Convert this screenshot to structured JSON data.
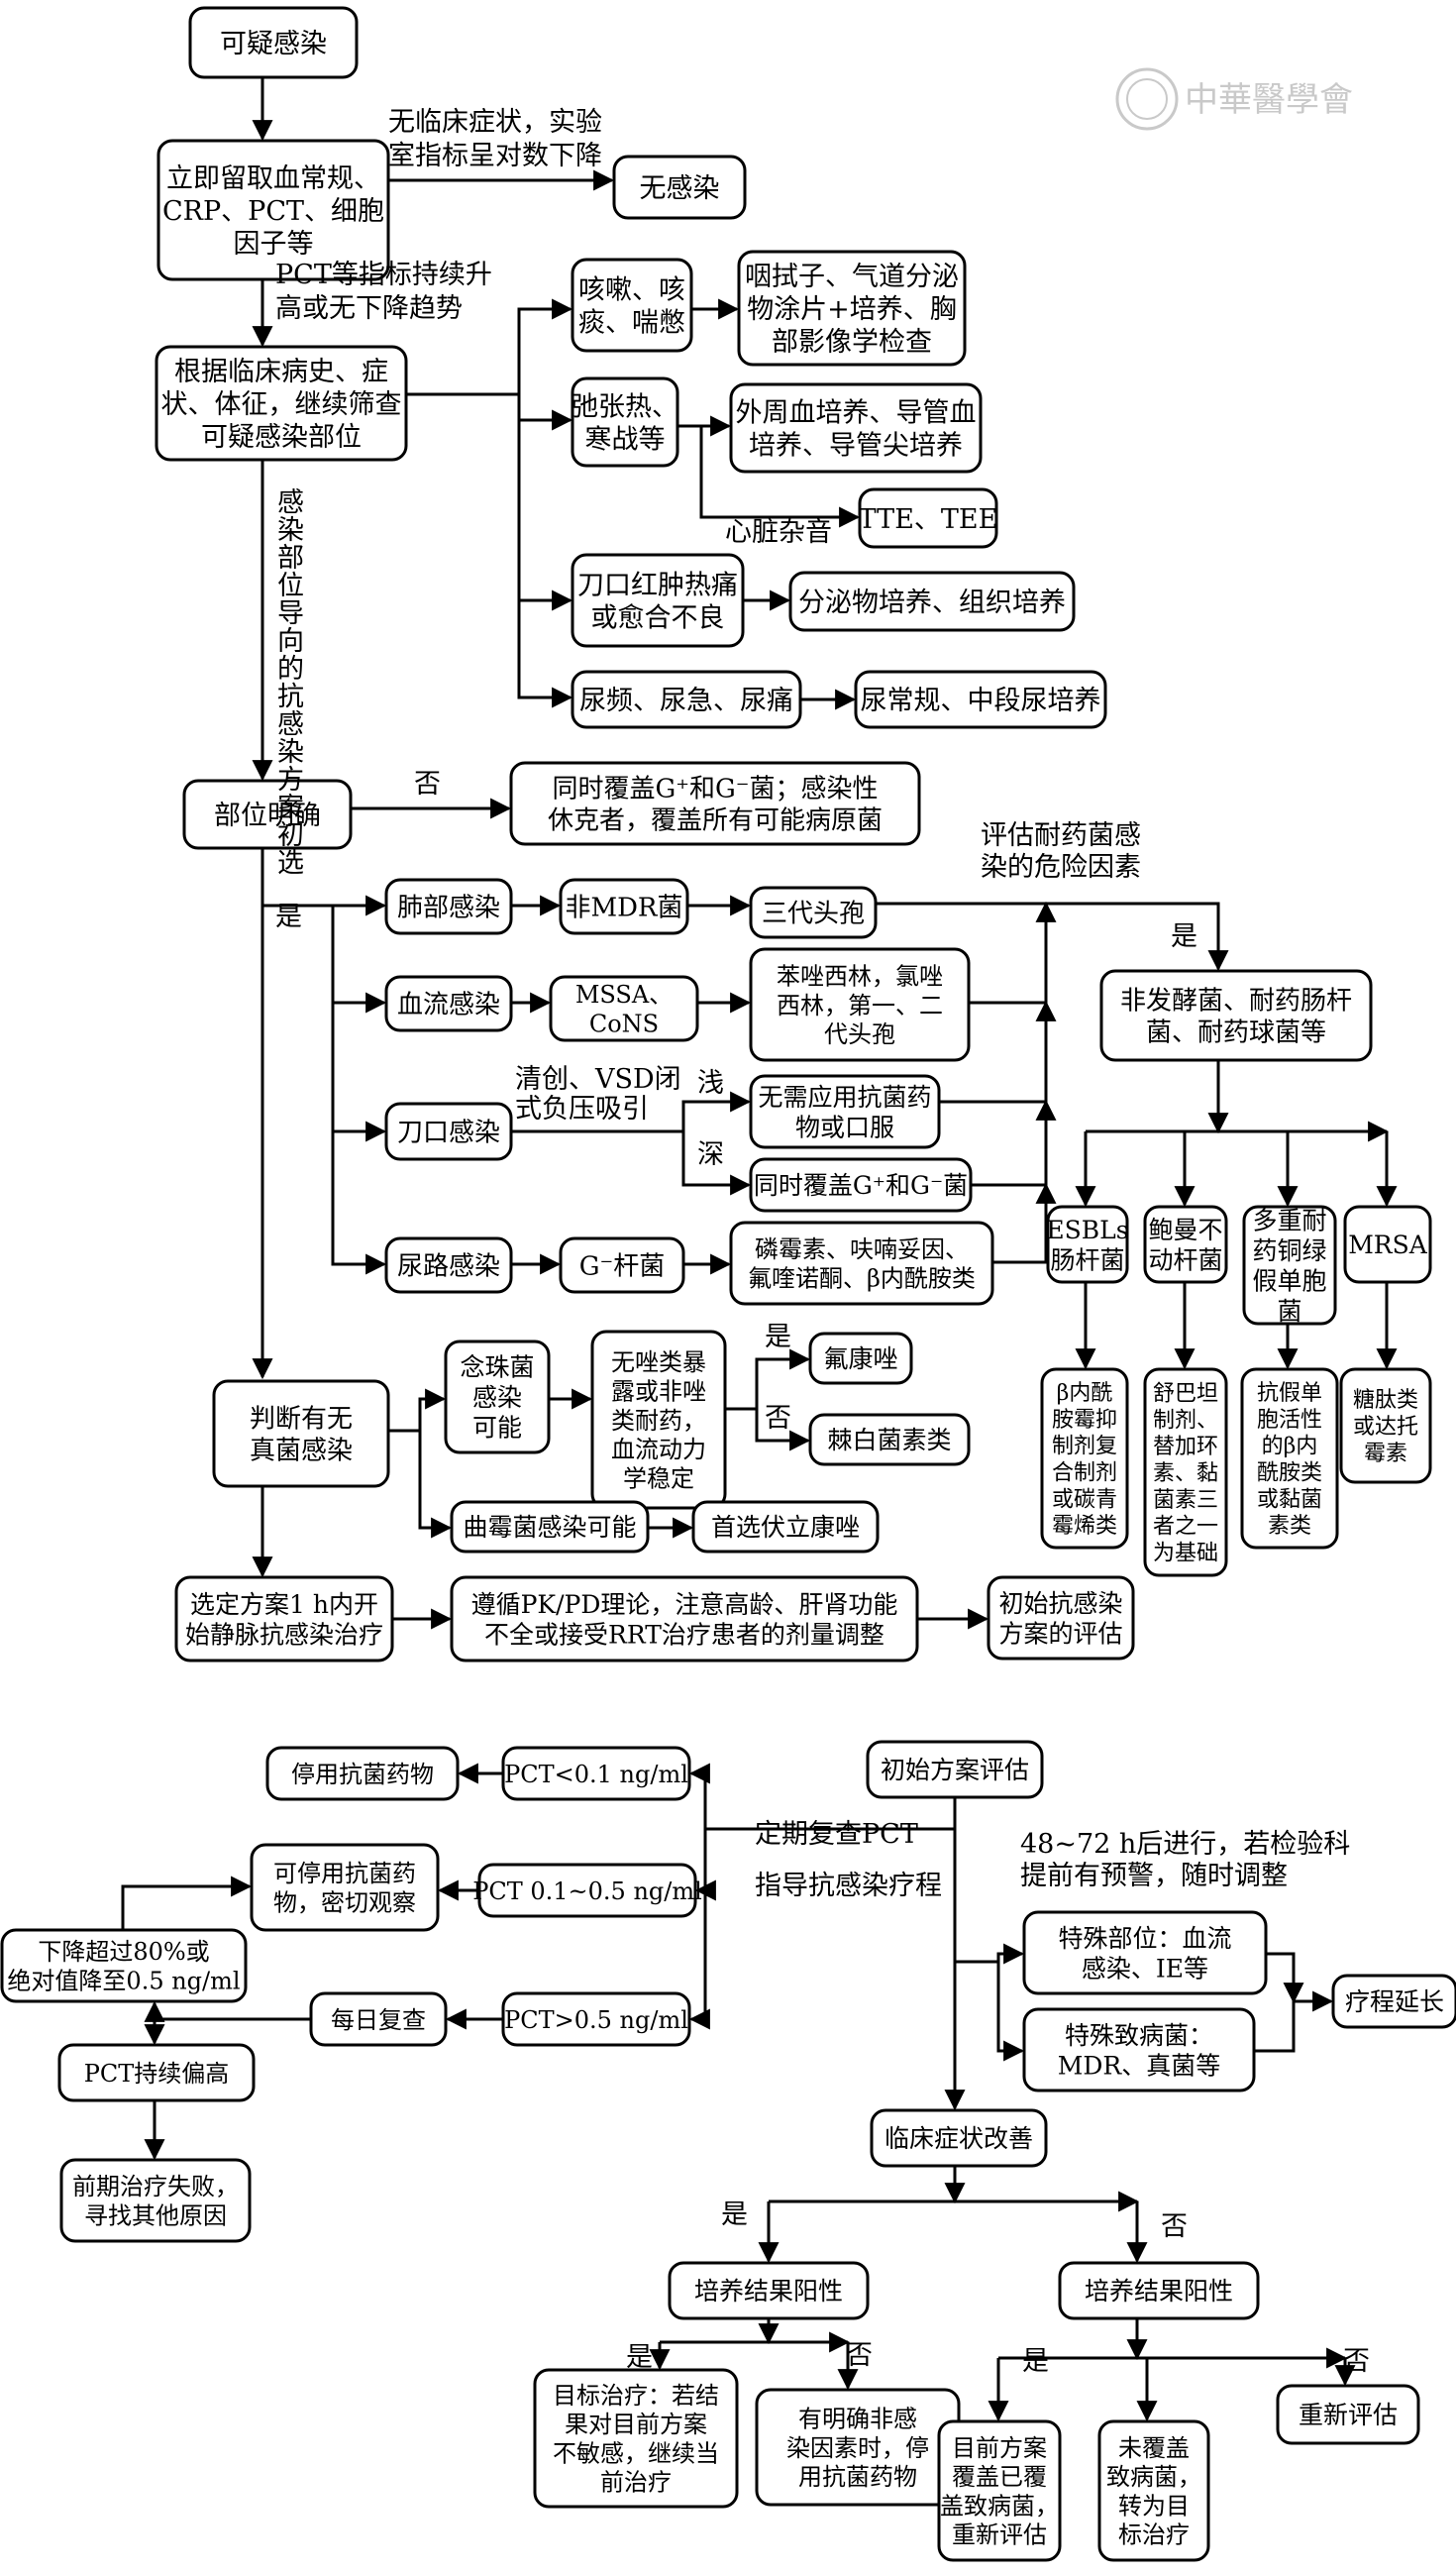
{
  "watermark": "中華醫學會",
  "nodes": {
    "suspected": [
      "可疑感染"
    ],
    "collect": [
      "立即留取血常规、",
      "CRP、PCT、细胞",
      "因子等"
    ],
    "no_infection": [
      "无感染"
    ],
    "screen_site": [
      "根据临床病史、症",
      "状、体征，继续筛查",
      "可疑感染部位"
    ],
    "cough": [
      "咳嗽、咳",
      "痰、喘憋"
    ],
    "sputum_tests": [
      "咽拭子、气道分泌",
      "物涂片+培养、胸",
      "部影像学检查"
    ],
    "fever": [
      "弛张热、",
      "寒战等"
    ],
    "blood_cultures": [
      "外周血培养、导管血",
      "培养、导管尖培养"
    ],
    "tte": [
      "TTE、TEE"
    ],
    "wound_red": [
      "刀口红肿热痛",
      "或愈合不良"
    ],
    "secretion_culture": [
      "分泌物培养、组织培养"
    ],
    "urinary_sym": [
      "尿频、尿急、尿痛"
    ],
    "urine_tests": [
      "尿常规、中段尿培养"
    ],
    "site_clear": [
      "部位明确"
    ],
    "cover_all": [
      "同时覆盖G⁺和G⁻菌；感染性",
      "休克者，覆盖所有可能病原菌"
    ],
    "lung_inf": [
      "肺部感染"
    ],
    "non_mdr": [
      "非MDR菌"
    ],
    "third_ceph": [
      "三代头孢"
    ],
    "blood_inf": [
      "血流感染"
    ],
    "mssa": [
      "MSSA、",
      "CoNS"
    ],
    "oxacillin": [
      "苯唑西林，氯唑",
      "西林，第一、二",
      "代头孢"
    ],
    "wound_inf": [
      "刀口感染"
    ],
    "no_abx": [
      "无需应用抗菌药",
      "物或口服"
    ],
    "cover_gpn": [
      "同时覆盖G⁺和G⁻菌"
    ],
    "uti": [
      "尿路感染"
    ],
    "gneg": [
      "G⁻杆菌"
    ],
    "fosfo": [
      "磷霉素、呋喃妥因、",
      "氟喹诺酮、β内酰胺类"
    ],
    "resistant": [
      "非发酵菌、耐药肠杆",
      "菌、耐药球菌等"
    ],
    "esbl": [
      "ESBLs",
      "肠杆菌"
    ],
    "baum": [
      "鲍曼不",
      "动杆菌"
    ],
    "pseudo": [
      "多重耐",
      "药铜绿",
      "假单胞",
      "菌"
    ],
    "mrsa": [
      "MRSA"
    ],
    "esbl_tx": [
      "β内酰",
      "胺霉抑",
      "制剂复",
      "合制剂",
      "或碳青",
      "霉烯类"
    ],
    "baum_tx": [
      "舒巴坦",
      "制剂、",
      "替加环",
      "素、黏",
      "菌素三",
      "者之一",
      "为基础"
    ],
    "pseudo_tx": [
      "抗假单",
      "胞活性",
      "的β内",
      "酰胺类",
      "或黏菌",
      "素类"
    ],
    "mrsa_tx": [
      "糖肽类",
      "或达托",
      "霉素"
    ],
    "fungal": [
      "判断有无",
      "真菌感染"
    ],
    "candida": [
      "念珠菌",
      "感染",
      "可能"
    ],
    "azole_q": [
      "无唑类暴",
      "露或非唑",
      "类耐药，",
      "血流动力",
      "学稳定"
    ],
    "fluconazole": [
      "氟康唑"
    ],
    "echinocandin": [
      "棘白菌素类"
    ],
    "aspergillus": [
      "曲霉菌感染可能"
    ],
    "voriconazole": [
      "首选伏立康唑"
    ],
    "start_iv": [
      "选定方案1 h内开",
      "始静脉抗感染治疗"
    ],
    "pkpd": [
      "遵循PK/PD理论，注意高龄、肝肾功能",
      "不全或接受RRT治疗患者的剂量调整"
    ],
    "eval_initial": [
      "初始抗感染",
      "方案的评估"
    ],
    "init_eval": [
      "初始方案评估"
    ],
    "stop_abx": [
      "停用抗菌药物"
    ],
    "pct_low": [
      "PCT<0.1 ng/ml"
    ],
    "may_stop": [
      "可停用抗菌药",
      "物，密切观察"
    ],
    "pct_mid": [
      "PCT 0.1~0.5 ng/ml"
    ],
    "drop80": [
      "下降超过80%或",
      "绝对值降至0.5 ng/ml"
    ],
    "daily": [
      "每日复查"
    ],
    "pct_high": [
      "PCT>0.5 ng/ml"
    ],
    "pct_persist": [
      "PCT持续偏高"
    ],
    "fail": [
      "前期治疗失败，",
      "寻找其他原因"
    ],
    "special_site": [
      "特殊部位：血流",
      "感染、IE等"
    ],
    "special_path": [
      "特殊致病菌：",
      "MDR、真菌等"
    ],
    "prolong": [
      "疗程延长"
    ],
    "improve": [
      "临床症状改善"
    ],
    "culture_pos_l": [
      "培养结果阳性"
    ],
    "culture_pos_r": [
      "培养结果阳性"
    ],
    "target_tx": [
      "目标治疗：若结",
      "果对目前方案",
      "不敏感，继续当",
      "前治疗"
    ],
    "stop_if_nonin": [
      "有明确非感",
      "染因素时，停",
      "用抗菌药物"
    ],
    "covered": [
      "目前方案",
      "覆盖已覆",
      "盖致病菌，",
      "重新评估"
    ],
    "not_covered": [
      "未覆盖",
      "致病菌，",
      "转为目",
      "标治疗"
    ],
    "reassess": [
      "重新评估"
    ]
  },
  "labels": {
    "no_symptoms": [
      "无临床症状，实验",
      "室指标呈对数下降"
    ],
    "pct_rising": [
      "PCT等指标持续升",
      "高或无下降趋势"
    ],
    "murmur": [
      "心脏杂音"
    ],
    "empiric": [
      "感",
      "染",
      "部",
      "位",
      "导",
      "向",
      "的",
      "抗",
      "感",
      "染",
      "方",
      "案",
      "初",
      "选"
    ],
    "no_site": [
      "否"
    ],
    "yes_site": [
      "是"
    ],
    "risk": [
      "评估耐药菌感",
      "染的危险因素"
    ],
    "risk_yes": [
      "是"
    ],
    "debride": [
      "清创、VSD闭",
      "式负压吸引"
    ],
    "shallow": [
      "浅"
    ],
    "deep": [
      "深"
    ],
    "azole_yes": [
      "是"
    ],
    "azole_no": [
      "否"
    ],
    "pct_recheck": [
      "定期复查PCT",
      "指导抗感染疗程"
    ],
    "timing": [
      "48~72 h后进行，若检验科",
      "提前有预警，随时调整"
    ],
    "improve_yes": [
      "是"
    ],
    "improve_no": [
      "否"
    ],
    "left_yes": [
      "是"
    ],
    "left_no": [
      "否"
    ],
    "right_yes": [
      "是"
    ],
    "right_no": [
      "否"
    ]
  }
}
